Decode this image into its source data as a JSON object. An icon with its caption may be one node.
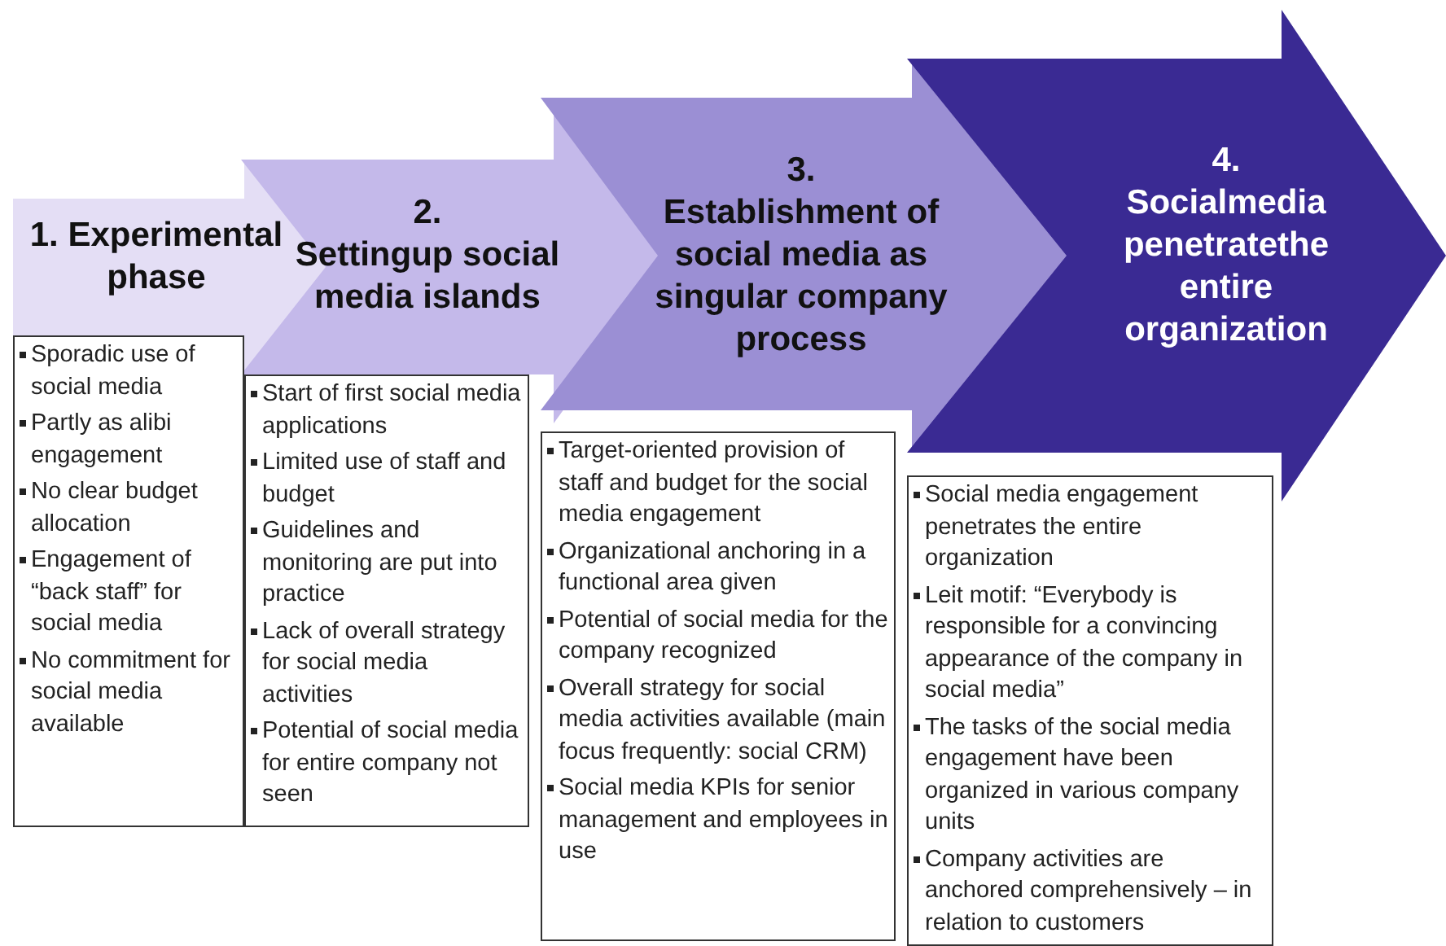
{
  "diagram": {
    "nodes": [
      {
        "text": [
          "1. Experimental phase"
        ]
      },
      {
        "text": [
          "2.",
          "Settingup social media islands"
        ]
      },
      {
        "text": [
          "3.",
          "Establishment of social media as singular company process"
        ]
      },
      {
        "text": [
          "4.",
          "Socialmedia penetratethe entire organization"
        ]
      },
      {
        "text": [
          "Sporadic use of social media",
          "Partly as alibi engagement",
          "No clear budget allocation",
          "Engagement of “back staff” for social media",
          "No commitment for social media available"
        ]
      },
      {
        "text": [
          "Start of first social media applications",
          "Limited use of staff and budget",
          "Guidelines and monitoring are put into practice",
          "Lack of overall strategy for social media activities",
          "Potential of social media for entire company not seen"
        ]
      },
      {
        "text": [
          "Target-oriented provision of staff and budget for the social media engagement",
          "Organizational anchoring in a functional area given",
          "Potential of social media for the company recognized",
          "Overall strategy for social media activities available (main focus frequently: social CRM)",
          "Social media KPIs for senior management and employees in use"
        ]
      },
      {
        "text": [
          "Social media engagement penetrates the entire organization",
          "Leit motif: “Everybody is responsible for a convincing appearance of the company in social media”",
          "The tasks of the social media engagement have been organized in various company units",
          "Company activities are anchored comprehensively – in relation to customers"
        ]
      }
    ]
  }
}
